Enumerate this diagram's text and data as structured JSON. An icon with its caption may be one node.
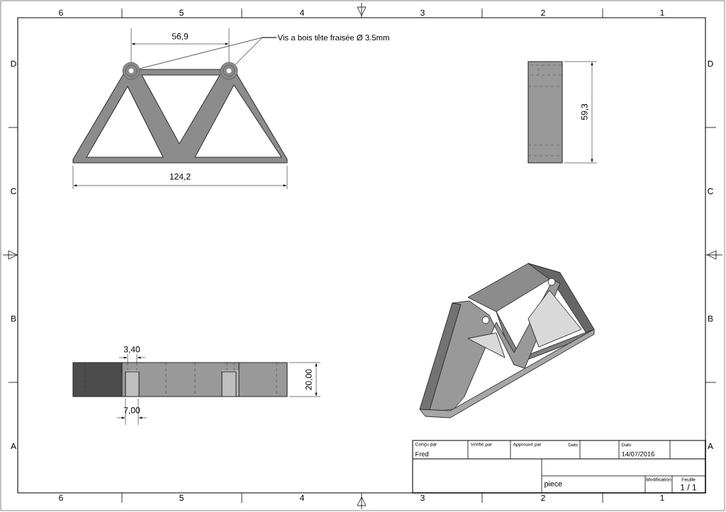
{
  "diagram": {
    "nodes": [
      {
        "text": [
          "Vis a bois tête fraisée Ø 3.5mm"
        ]
      },
      {
        "text": [],
        "shape": "circle"
      },
      {
        "text": [],
        "shape": "circle"
      }
    ],
    "edges": [
      {
        "from": 0,
        "to": 1,
        "arrow": "none"
      },
      {
        "from": 0,
        "to": 2,
        "arrow": "none"
      }
    ],
    "labels": [
      "6",
      "5",
      "4",
      "3",
      "2",
      "1",
      "D",
      "C",
      "B",
      "A",
      "D",
      "C",
      "B",
      "A",
      "56,9",
      "124,2",
      "59,3",
      "3,40",
      "20,00",
      "7,00",
      "Conçu par",
      "Fred",
      "Vérifié par",
      "Approuvé par",
      "Date",
      "Date",
      "14/07/2016",
      "piece",
      "Modification",
      "Feuille",
      "1 / 1",
      "6",
      "5",
      "4",
      "3",
      "2",
      "1"
    ]
  }
}
